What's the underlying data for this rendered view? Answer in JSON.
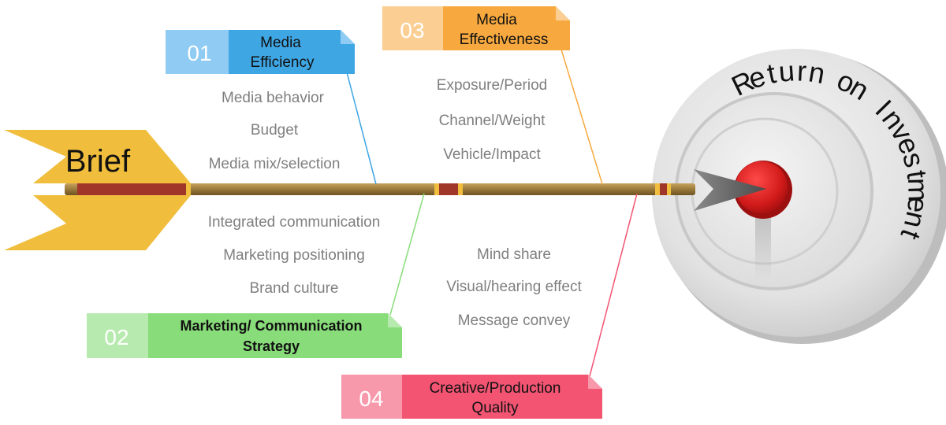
{
  "brief": {
    "label": "Brief"
  },
  "target": {
    "label": "Return on Investment"
  },
  "colors": {
    "arrow_head_yellow": "#f0be3c",
    "shaft_brown": "#9a7a3a",
    "shaft_red": "#a0352a",
    "target_red": "#d61f1f",
    "blue": "#3fa6e4",
    "blue_light": "#8fcbf2",
    "orange": "#f7a93f",
    "orange_light": "#fbcf93",
    "green": "#88dc7a",
    "green_light": "#b7eaaf",
    "pink": "#f25472",
    "pink_light": "#f799ab"
  },
  "categories": [
    {
      "number": "01",
      "title_lines": [
        "Media",
        "Efficiency"
      ],
      "items": [
        "Media behavior",
        "Budget",
        "Media  mix/selection"
      ]
    },
    {
      "number": "02",
      "title_lines": [
        "Marketing/ Communication",
        "Strategy"
      ],
      "items": [
        "Integrated  communication",
        "Marketing positioning",
        "Brand culture"
      ]
    },
    {
      "number": "03",
      "title_lines": [
        "Media",
        "Effectiveness"
      ],
      "items": [
        "Exposure/Period",
        "Channel/Weight",
        "Vehicle/Impact"
      ]
    },
    {
      "number": "04",
      "title_lines": [
        "Creative/Production",
        "Quality"
      ],
      "items": [
        "Mind share",
        "Visual/hearing effect",
        "Message convey"
      ]
    }
  ]
}
